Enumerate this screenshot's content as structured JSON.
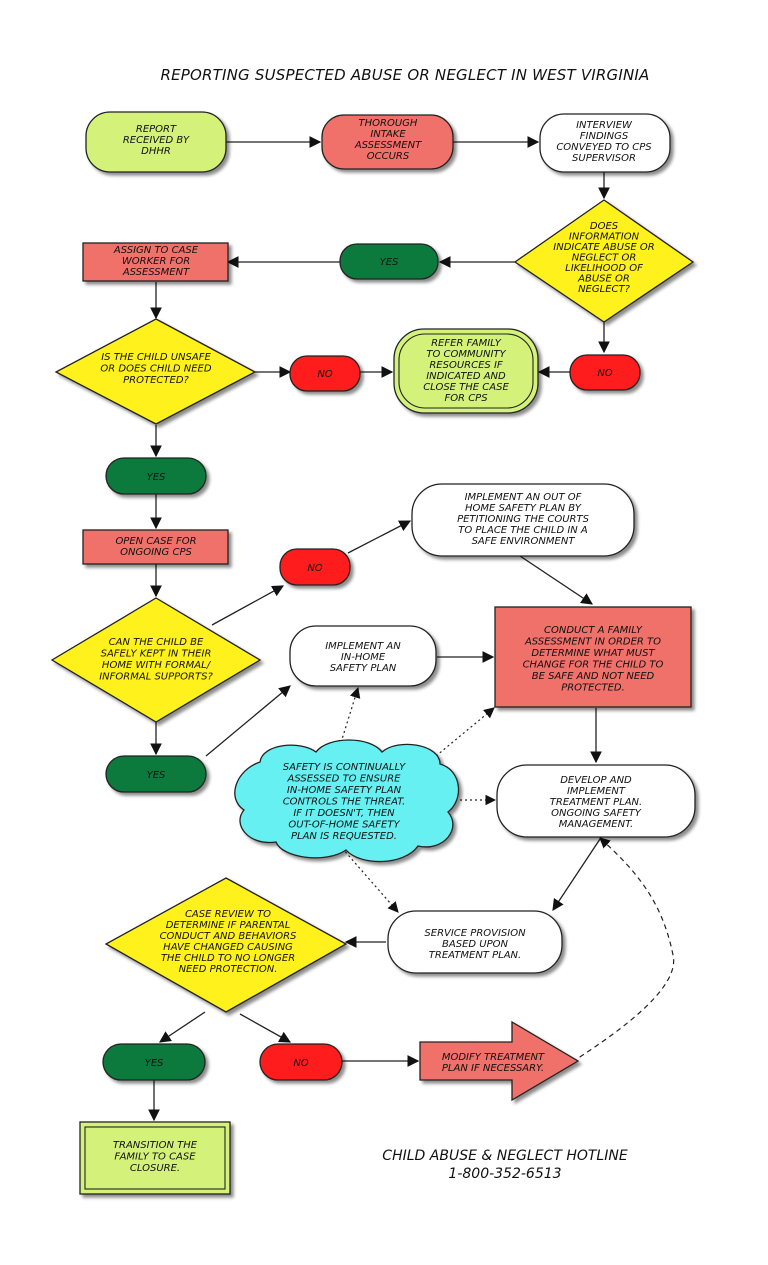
{
  "title": "REPORTING SUSPECTED ABUSE OR NEGLECT IN WEST VIRGINIA",
  "colors": {
    "lime": "#d4f27a",
    "salmon": "#f0706b",
    "red": "#ff1a1a",
    "green": "#0b7a3e",
    "yellow": "#fff21c",
    "cyan": "#66f0f2",
    "white": "#ffffff"
  },
  "nodes": {
    "report": [
      "REPORT",
      "RECEIVED BY",
      "DHHR"
    ],
    "intake": [
      "THOROUGH",
      "INTAKE",
      "ASSESSMENT",
      "OCCURS"
    ],
    "interview": [
      "INTERVIEW",
      "FINDINGS",
      "CONVEYED TO CPS",
      "SUPERVISOR"
    ],
    "does_info": [
      "DOES",
      "INFORMATION",
      "INDICATE ABUSE OR",
      "NEGLECT OR",
      "LIKELIHOOD OF",
      "ABUSE OR",
      "NEGLECT?"
    ],
    "yes1": [
      "YES"
    ],
    "assign": [
      "ASSIGN TO CASE",
      "WORKER FOR",
      "ASSESSMENT"
    ],
    "unsafe": [
      "IS THE CHILD UNSAFE",
      "OR DOES CHILD NEED",
      "PROTECTED?"
    ],
    "no1": [
      "NO"
    ],
    "refer": [
      "REFER FAMILY",
      "TO COMMUNITY",
      "RESOURCES IF",
      "INDICATED AND",
      "CLOSE THE CASE",
      "FOR CPS"
    ],
    "no2": [
      "NO"
    ],
    "yes2": [
      "YES"
    ],
    "open_case": [
      "OPEN CASE FOR",
      "ONGOING CPS"
    ],
    "no3": [
      "NO"
    ],
    "out_home": [
      "IMPLEMENT AN OUT OF",
      "HOME SAFETY PLAN BY",
      "PETITIONING THE COURTS",
      "TO PLACE THE CHILD IN A",
      "SAFE ENVIRONMENT"
    ],
    "kept_home": [
      "CAN THE CHILD BE",
      "SAFELY KEPT IN THEIR",
      "HOME WITH FORMAL/",
      "INFORMAL SUPPORTS?"
    ],
    "in_home": [
      "IMPLEMENT AN",
      "IN-HOME",
      "SAFETY PLAN"
    ],
    "family_assess": [
      "CONDUCT A FAMILY",
      "ASSESSMENT IN ORDER TO",
      "DETERMINE WHAT MUST",
      "CHANGE FOR THE CHILD TO",
      "BE SAFE AND NOT NEED",
      "PROTECTED."
    ],
    "yes3": [
      "YES"
    ],
    "safety_cloud": [
      "SAFETY IS CONTINUALLY",
      "ASSESSED TO ENSURE",
      "IN-HOME SAFETY PLAN",
      "CONTROLS THE THREAT.",
      "IF IT DOESN'T, THEN",
      "OUT-OF-HOME SAFETY",
      "PLAN IS REQUESTED."
    ],
    "treatment": [
      "DEVELOP AND",
      "IMPLEMENT",
      "TREATMENT PLAN.",
      "ONGOING SAFETY",
      "MANAGEMENT."
    ],
    "case_review": [
      "CASE REVIEW TO",
      "DETERMINE IF PARENTAL",
      "CONDUCT AND BEHAVIORS",
      "HAVE CHANGED CAUSING",
      "THE CHILD TO NO LONGER",
      "NEED PROTECTION."
    ],
    "service": [
      "SERVICE PROVISION",
      "BASED UPON",
      "TREATMENT PLAN."
    ],
    "yes4": [
      "YES"
    ],
    "no4": [
      "NO"
    ],
    "modify": [
      "MODIFY TREATMENT",
      "PLAN IF NECESSARY."
    ],
    "transition": [
      "TRANSITION THE",
      "FAMILY TO CASE",
      "CLOSURE."
    ]
  },
  "hotline": {
    "name": "CHILD ABUSE & NEGLECT HOTLINE",
    "number": "1-800-352-6513"
  }
}
